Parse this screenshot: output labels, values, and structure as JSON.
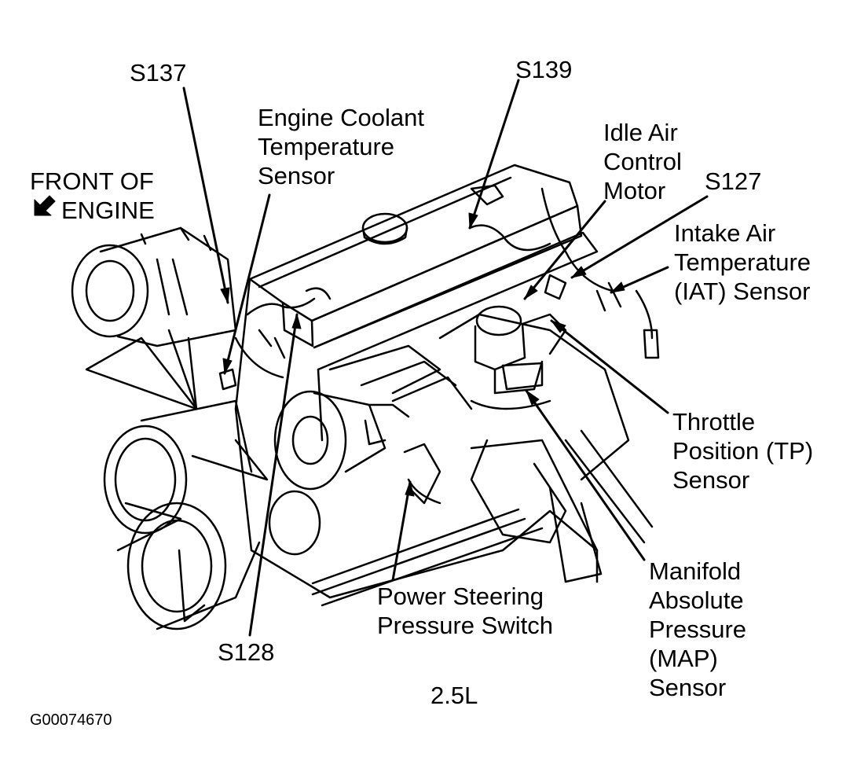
{
  "diagram": {
    "labels": {
      "s137": "S137",
      "s139": "S139",
      "s127": "S127",
      "s128": "S128",
      "ect": [
        "Engine Coolant",
        "Temperature",
        "Sensor"
      ],
      "front": [
        "FRONT OF",
        "ENGINE"
      ],
      "iac": [
        "Idle Air",
        "Control",
        "Motor"
      ],
      "iat": [
        "Intake Air",
        "Temperature",
        "(IAT) Sensor"
      ],
      "tp": [
        "Throttle",
        "Position (TP)",
        "Sensor"
      ],
      "map": [
        "Manifold",
        "Absolute",
        "Pressure",
        "(MAP)",
        "Sensor"
      ],
      "ps": [
        "Power Steering",
        "Pressure Switch"
      ],
      "engine": "2.5L",
      "figure_id": "G00074670"
    },
    "line_color": "#000000",
    "background": "#ffffff"
  }
}
